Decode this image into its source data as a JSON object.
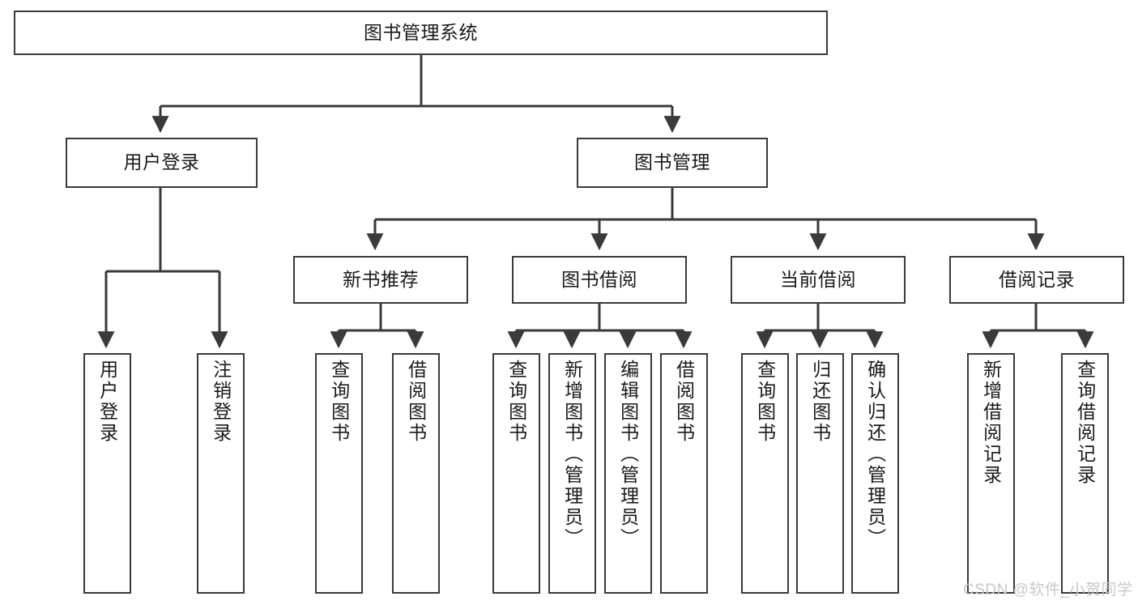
{
  "diagram": {
    "title_node": {
      "id": "root",
      "label": "图书管理系统"
    },
    "level2": [
      {
        "id": "login",
        "label": "用户登录"
      },
      {
        "id": "bookmgmt",
        "label": "图书管理"
      }
    ],
    "level3": [
      {
        "id": "newbook",
        "label": "新书推荐"
      },
      {
        "id": "borrow",
        "label": "图书借阅"
      },
      {
        "id": "current",
        "label": "当前借阅"
      },
      {
        "id": "record",
        "label": "借阅记录"
      }
    ],
    "leaves": {
      "login": [
        {
          "id": "leaf-user-login",
          "label": "用户登录"
        },
        {
          "id": "leaf-logout",
          "label": "注销登录"
        }
      ],
      "newbook": [
        {
          "id": "leaf-query-book-1",
          "label": "查询图书"
        },
        {
          "id": "leaf-borrow-book-1",
          "label": "借阅图书"
        }
      ],
      "borrow": [
        {
          "id": "leaf-query-book-2",
          "label": "查询图书"
        },
        {
          "id": "leaf-add-book",
          "label": "新增图书（管理员）"
        },
        {
          "id": "leaf-edit-book",
          "label": "编辑图书（管理员）"
        },
        {
          "id": "leaf-borrow-book-2",
          "label": "借阅图书"
        }
      ],
      "current": [
        {
          "id": "leaf-query-book-3",
          "label": "查询图书"
        },
        {
          "id": "leaf-return-book",
          "label": "归还图书"
        },
        {
          "id": "leaf-confirm-return",
          "label": "确认归还（管理员）"
        }
      ],
      "record": [
        {
          "id": "leaf-add-record",
          "label": "新增借阅记录"
        },
        {
          "id": "leaf-query-record",
          "label": "查询借阅记录"
        }
      ]
    }
  },
  "watermark": {
    "text": "CSDN @软件_小贺同学"
  },
  "colors": {
    "stroke": "#3a3a3a",
    "fill": "#ffffff",
    "text": "#1a1a1a",
    "watermark": "#c9c9c9"
  }
}
